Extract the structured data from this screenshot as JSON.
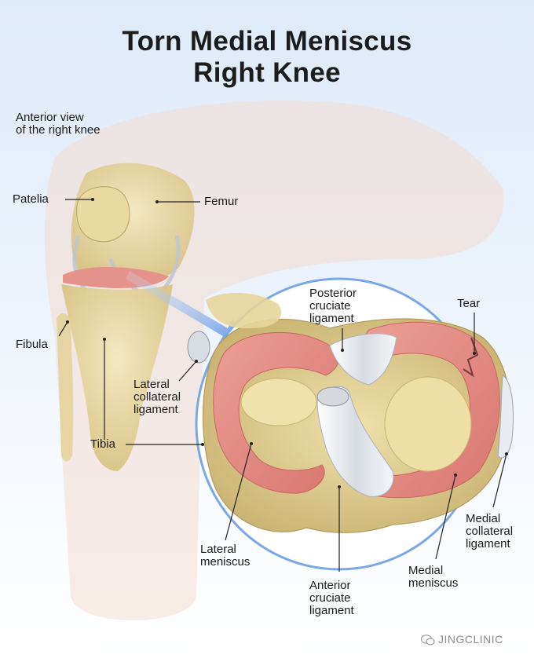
{
  "title": {
    "line1": "Torn Medial Meniscus",
    "line2": "Right Knee"
  },
  "view_note": {
    "line1": "Anterior view",
    "line2": "of the right knee"
  },
  "labels": {
    "patella": "Patelia",
    "femur": "Femur",
    "fibula": "Fibula",
    "lateral_collateral": [
      "Lateral",
      "collateral",
      "ligament"
    ],
    "tibia": "Tibia",
    "posterior_cruciate": [
      "Posterior",
      "cruciate",
      "ligament"
    ],
    "tear": "Tear",
    "medial_collateral": [
      "Medial",
      "collateral",
      "ligament"
    ],
    "lateral_meniscus": [
      "Lateral",
      "meniscus"
    ],
    "anterior_cruciate": [
      "Anterior",
      "cruciate",
      "ligament"
    ],
    "medial_meniscus": [
      "Medial",
      "meniscus"
    ]
  },
  "watermark": "JINGCLINIC",
  "colors": {
    "meniscus": "#e3877f",
    "bone": "#e6d79e",
    "ligament": "#e9ecef",
    "callout_circle": "#7aa7e6",
    "arrow": "#6f9fe6"
  }
}
